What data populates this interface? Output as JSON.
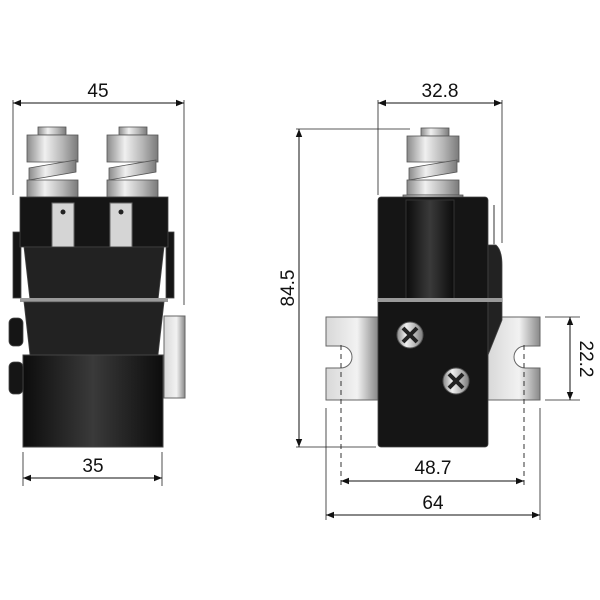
{
  "title": "Contactor dimensional drawing",
  "units": "mm",
  "colors": {
    "body": "#151515",
    "metal": "#c8c8c8",
    "line": "#111111"
  },
  "front_view": {
    "width_top_label": "45",
    "width_bottom_label": "35"
  },
  "side_view": {
    "height_label": "84.5",
    "width_top_label": "32.8",
    "bracket_height_label": "22.2",
    "hole_spacing_label": "48.7",
    "bracket_width_label": "64"
  }
}
